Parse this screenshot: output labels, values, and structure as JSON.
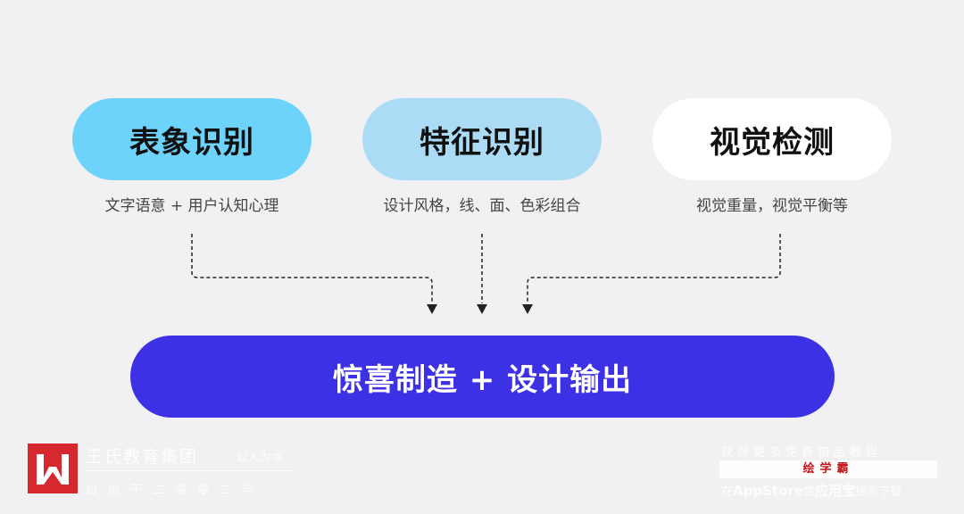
{
  "inputs": [
    {
      "title": "表象识别",
      "description": "文字语意 + 用户认知心理"
    },
    {
      "title": "特征识别",
      "description": "设计风格，线、面、色彩组合"
    },
    {
      "title": "视觉检测",
      "description": "视觉重量，视觉平衡等"
    }
  ],
  "output": {
    "title": "惊喜制造 + 设计输出"
  },
  "colors": {
    "background": "#f1f1f3",
    "pill_1": "#6dd3fb",
    "pill_2": "#acdcf5",
    "pill_3": "#ffffff",
    "output": "#3d31e6",
    "connector": "#222222"
  },
  "watermark": {
    "logo_icon": "wangshi-w-logo-icon",
    "left_title": "王氏教育集团",
    "left_motto": "以人为本",
    "left_founded": "始创于二零零二年",
    "right_line1": "获得更多免费精品教程",
    "right_brand": "绘学霸",
    "right_line2_prefix": "在",
    "right_line2_store": "AppStore",
    "right_line2_or": "或",
    "right_line2_app": "应用宝",
    "right_line2_suffix": "搜索下载"
  }
}
